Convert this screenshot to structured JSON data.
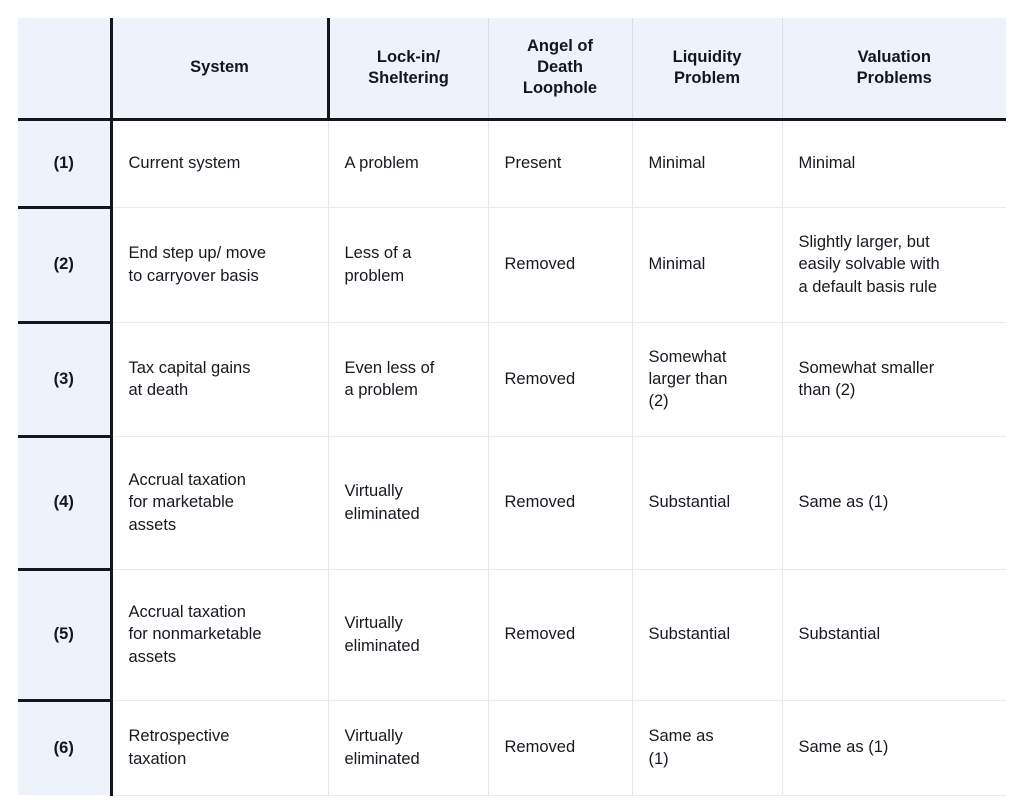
{
  "table": {
    "columns": [
      {
        "key": "label",
        "header": ""
      },
      {
        "key": "system",
        "header": "System"
      },
      {
        "key": "lockin",
        "header": "Lock-in/\nSheltering"
      },
      {
        "key": "angel",
        "header": "Angel of\nDeath\nLoophole"
      },
      {
        "key": "liquidity",
        "header": "Liquidity\nProblem"
      },
      {
        "key": "valuation",
        "header": "Valuation\nProblems"
      }
    ],
    "rows": [
      {
        "label": "(1)",
        "system": "Current system",
        "lockin": "A problem",
        "angel": "Present",
        "liquidity": "Minimal",
        "valuation": "Minimal"
      },
      {
        "label": "(2)",
        "system": "End step up/ move\nto carryover basis",
        "lockin": "Less of a\nproblem",
        "angel": "Removed",
        "liquidity": "Minimal",
        "valuation": "Slightly larger, but\neasily solvable with\na default basis rule"
      },
      {
        "label": "(3)",
        "system": "Tax capital gains\nat death",
        "lockin": "Even less of\na problem",
        "angel": "Removed",
        "liquidity": "Somewhat\nlarger than\n(2)",
        "valuation": "Somewhat smaller\nthan (2)"
      },
      {
        "label": "(4)",
        "system": "Accrual taxation\nfor marketable\nassets",
        "lockin": "Virtually\neliminated",
        "angel": "Removed",
        "liquidity": "Substantial",
        "valuation": "Same as (1)"
      },
      {
        "label": "(5)",
        "system": "Accrual taxation\nfor nonmarketable\nassets",
        "lockin": "Virtually\neliminated",
        "angel": "Removed",
        "liquidity": "Substantial",
        "valuation": "Substantial"
      },
      {
        "label": "(6)",
        "system": "Retrospective\ntaxation",
        "lockin": "Virtually\neliminated",
        "angel": "Removed",
        "liquidity": "Same as\n(1)",
        "valuation": "Same as (1)"
      }
    ]
  },
  "colors": {
    "header_background": "#eef2fa",
    "cell_background": "#ffffff",
    "heavy_rule": "#13161c",
    "light_rule": "#e5e8ed",
    "text": "#16191f"
  }
}
